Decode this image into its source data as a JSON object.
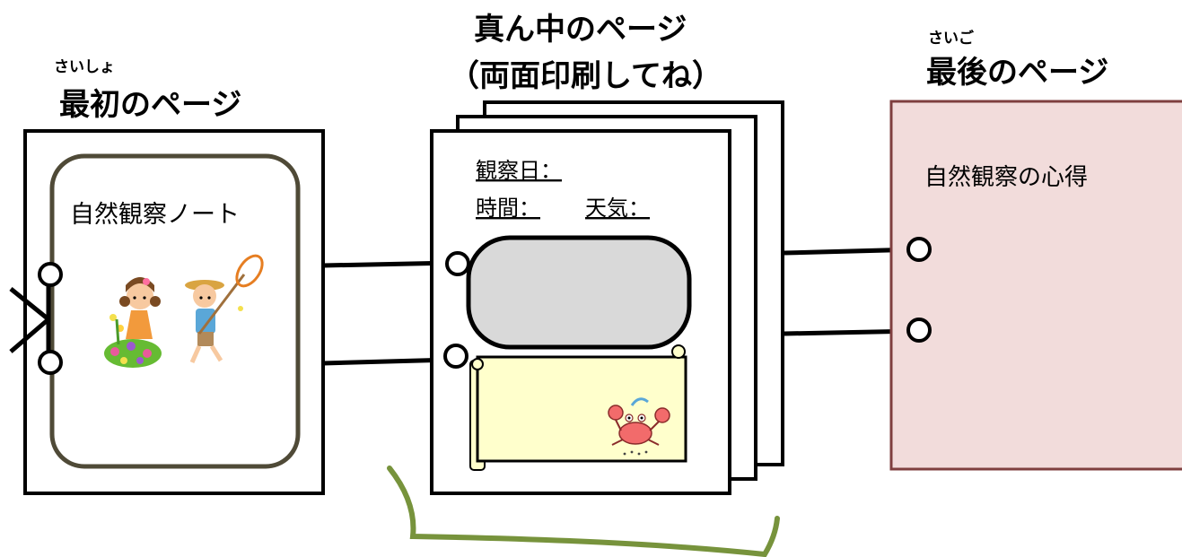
{
  "first_page": {
    "ruby": "さいしょ",
    "heading": "最初のページ",
    "cover_title": "自然観察ノート"
  },
  "middle_page": {
    "heading_line1": "真ん中のページ",
    "heading_line2": "（両面印刷してね）",
    "field_date": "観察日：",
    "field_time": "時間：",
    "field_weather": "天気："
  },
  "last_page": {
    "ruby": "さいご",
    "heading": "最後のページ",
    "content_title": "自然観察の心得"
  },
  "colors": {
    "cover_frame": "#4f4a37",
    "last_page_fill": "#f2dcdb",
    "last_page_border": "#7f3f3f",
    "drawing_box_fill": "#d9d9d9",
    "scroll_fill": "#ffffcc",
    "bracket": "#77933c",
    "line": "#000000"
  }
}
